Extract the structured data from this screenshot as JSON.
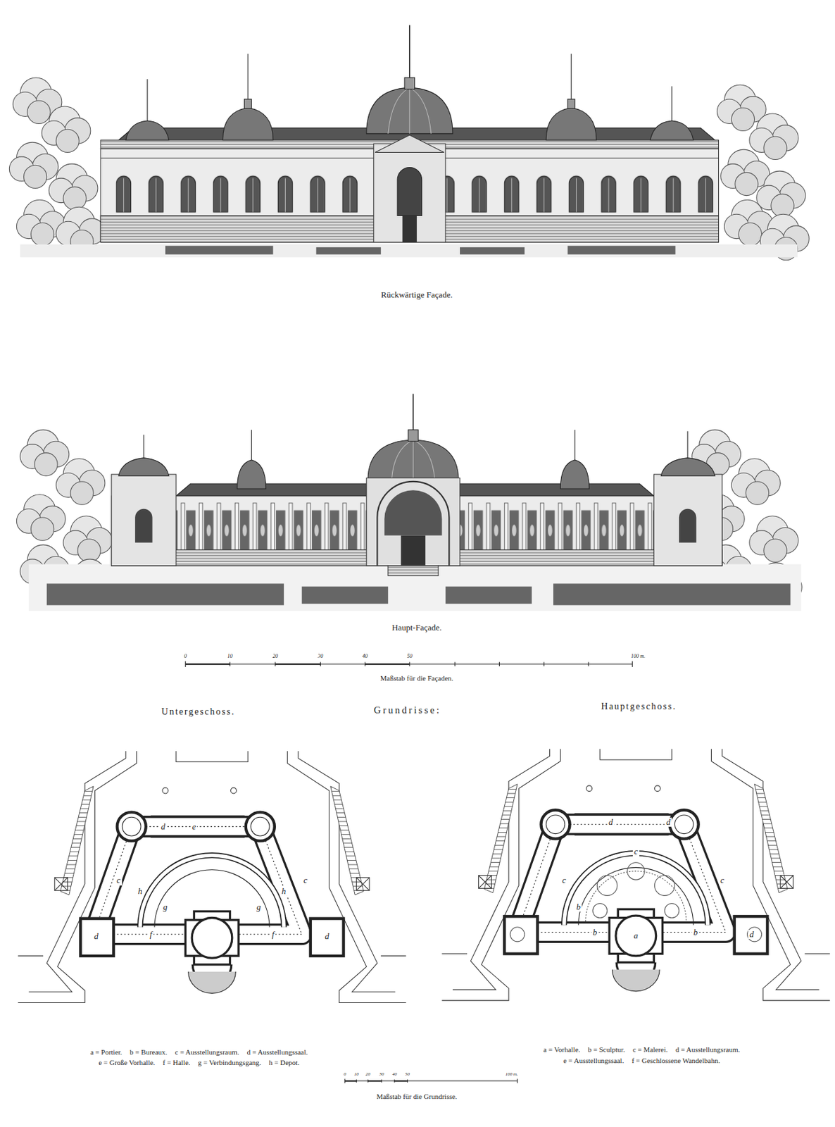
{
  "diagram": {
    "title": "Grundrisse:",
    "labels": [
      "Rückwärtige Façade.",
      "Haupt-Façade.",
      "0",
      "10",
      "20",
      "30",
      "40",
      "50",
      "100 m.",
      "Maßstab für die Façaden.",
      "Untergeschoss.",
      "Hauptgeschoss.",
      "d",
      "e",
      "c",
      "h",
      "g",
      "c",
      "h",
      "g",
      "d",
      "f",
      "f",
      "d",
      "d",
      "d",
      "c",
      "c",
      "b",
      "c",
      "d",
      "b",
      "a",
      "b",
      "a = Portier.",
      "b = Bureaux.",
      "c = Ausstellungsraum.",
      "d = Ausstellungssaal.",
      "e = Große Vorhalle.",
      "f = Halle.",
      "g = Verbindungsgang.",
      "h = Depot.",
      "a = Vorhalle.",
      "b = Sculptur.",
      "c = Malerei.",
      "d = Ausstellungsraum.",
      "e = Ausstellungssaal.",
      "f = Geschlossene Wandelbahn.",
      "0",
      "10",
      "20",
      "30",
      "40",
      "50",
      "100 m.",
      "Maßstab für die Grundrisse."
    ]
  }
}
